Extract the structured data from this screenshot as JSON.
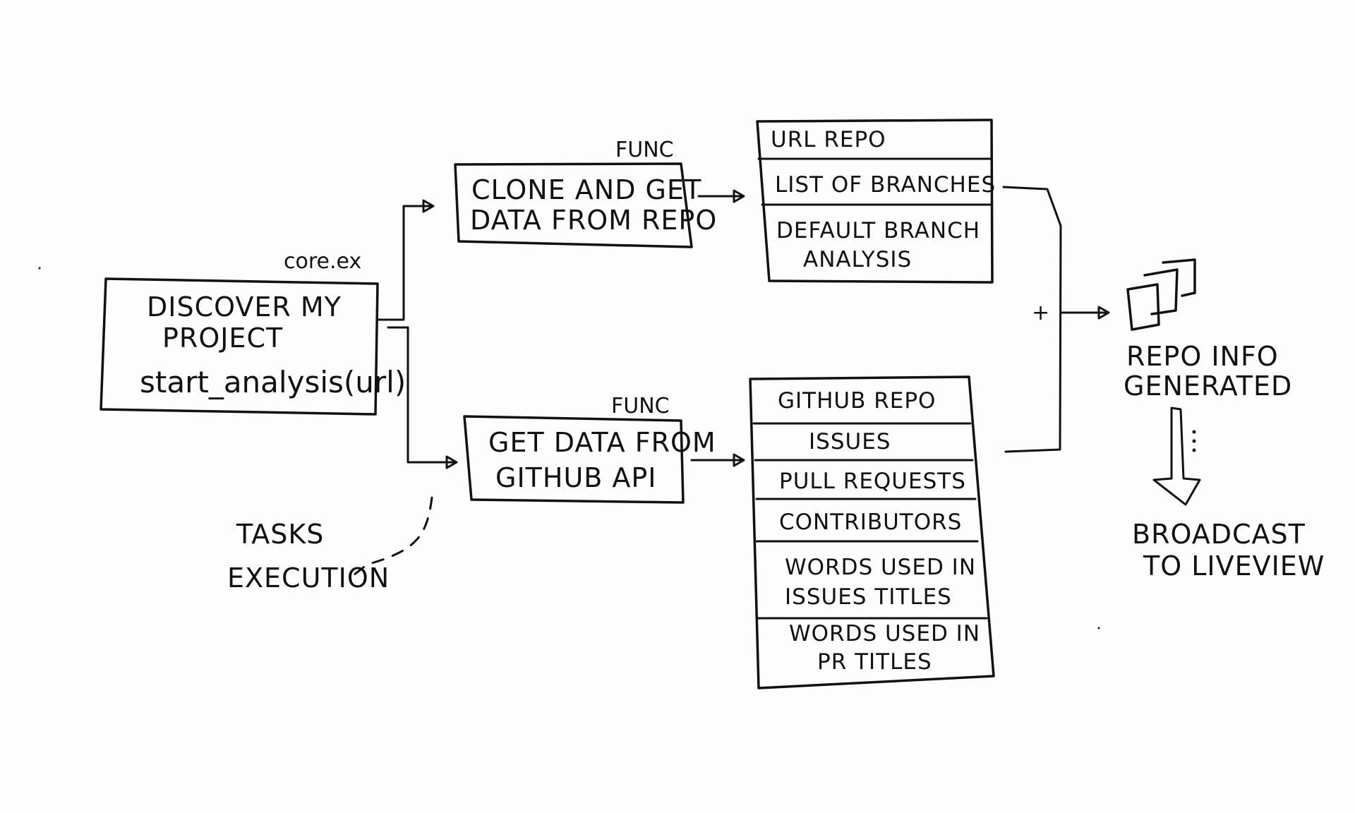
{
  "start": {
    "file": "core.ex",
    "title_line1": "DISCOVER MY",
    "title_line2": "PROJECT",
    "call": "start_analysis(url)"
  },
  "top_func": {
    "tag": "FUNC",
    "line1": "CLONE AND GET",
    "line2": "DATA FROM REPO"
  },
  "bottom_func": {
    "tag": "FUNC",
    "line1": "GET DATA FROM",
    "line2": "GITHUB API"
  },
  "top_table": {
    "rows": [
      [
        "URL REPO"
      ],
      [
        "LIST OF BRANCHES"
      ],
      [
        "DEFAULT BRANCH",
        "ANALYSIS"
      ]
    ]
  },
  "bottom_table": {
    "rows": [
      [
        "GITHUB REPO"
      ],
      [
        "ISSUES"
      ],
      [
        "PULL REQUESTS"
      ],
      [
        "CONTRIBUTORS"
      ],
      [
        "WORDS USED IN",
        "ISSUES TITLES"
      ],
      [
        "WORDS USED IN",
        "PR TITLES"
      ]
    ]
  },
  "merge_symbol": "+",
  "result": {
    "line1": "REPO INFO",
    "line2": "GENERATED"
  },
  "broadcast": {
    "line1": "BROADCAST",
    "line2": "TO LIVEVIEW"
  },
  "tasks": {
    "line1": "TASKS",
    "line2": "EXECUTION"
  }
}
